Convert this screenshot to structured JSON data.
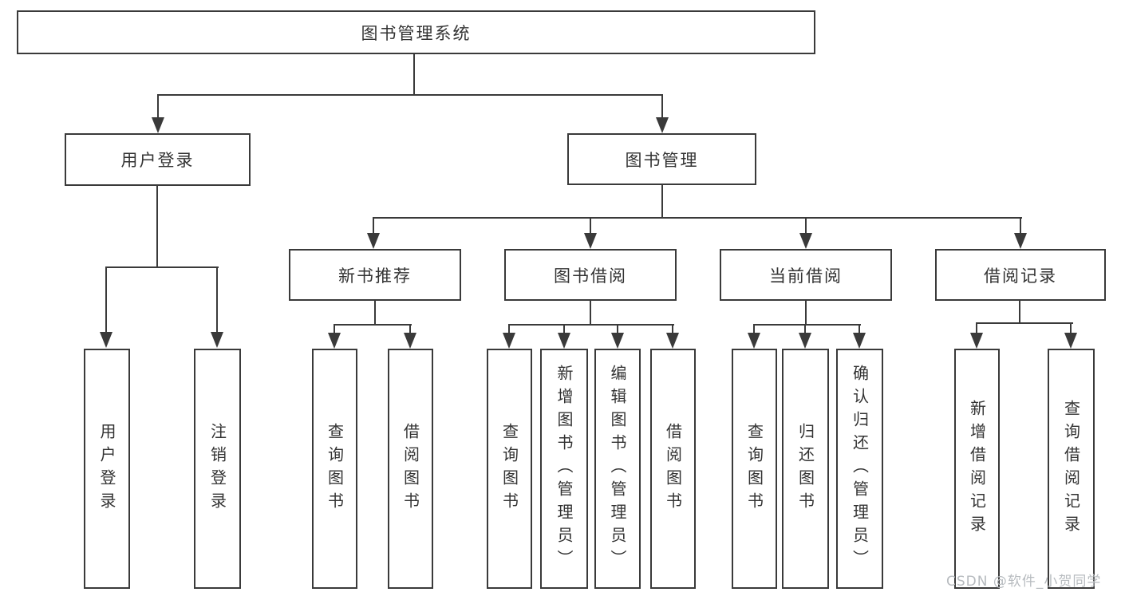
{
  "root": {
    "label": "图书管理系统",
    "children": [
      {
        "label": "用户登录",
        "children": [
          {
            "label": "用户登录"
          },
          {
            "label": "注销登录"
          }
        ]
      },
      {
        "label": "图书管理",
        "children": [
          {
            "label": "新书推荐",
            "children": [
              {
                "label": "查询图书"
              },
              {
                "label": "借阅图书"
              }
            ]
          },
          {
            "label": "图书借阅",
            "children": [
              {
                "label": "查询图书"
              },
              {
                "label": "新增图书（管理员）"
              },
              {
                "label": "编辑图书（管理员）"
              },
              {
                "label": "借阅图书"
              }
            ]
          },
          {
            "label": "当前借阅",
            "children": [
              {
                "label": "查询图书"
              },
              {
                "label": "归还图书"
              },
              {
                "label": "确认归还（管理员）"
              }
            ]
          },
          {
            "label": "借阅记录",
            "children": [
              {
                "label": "新增借阅记录"
              },
              {
                "label": "查询借阅记录"
              }
            ]
          }
        ]
      }
    ]
  },
  "watermark": "CSDN @软件_小贺同学",
  "colors": {
    "line": "#3a3a3a",
    "text": "#333333",
    "watermark": "#b7bbbf"
  }
}
